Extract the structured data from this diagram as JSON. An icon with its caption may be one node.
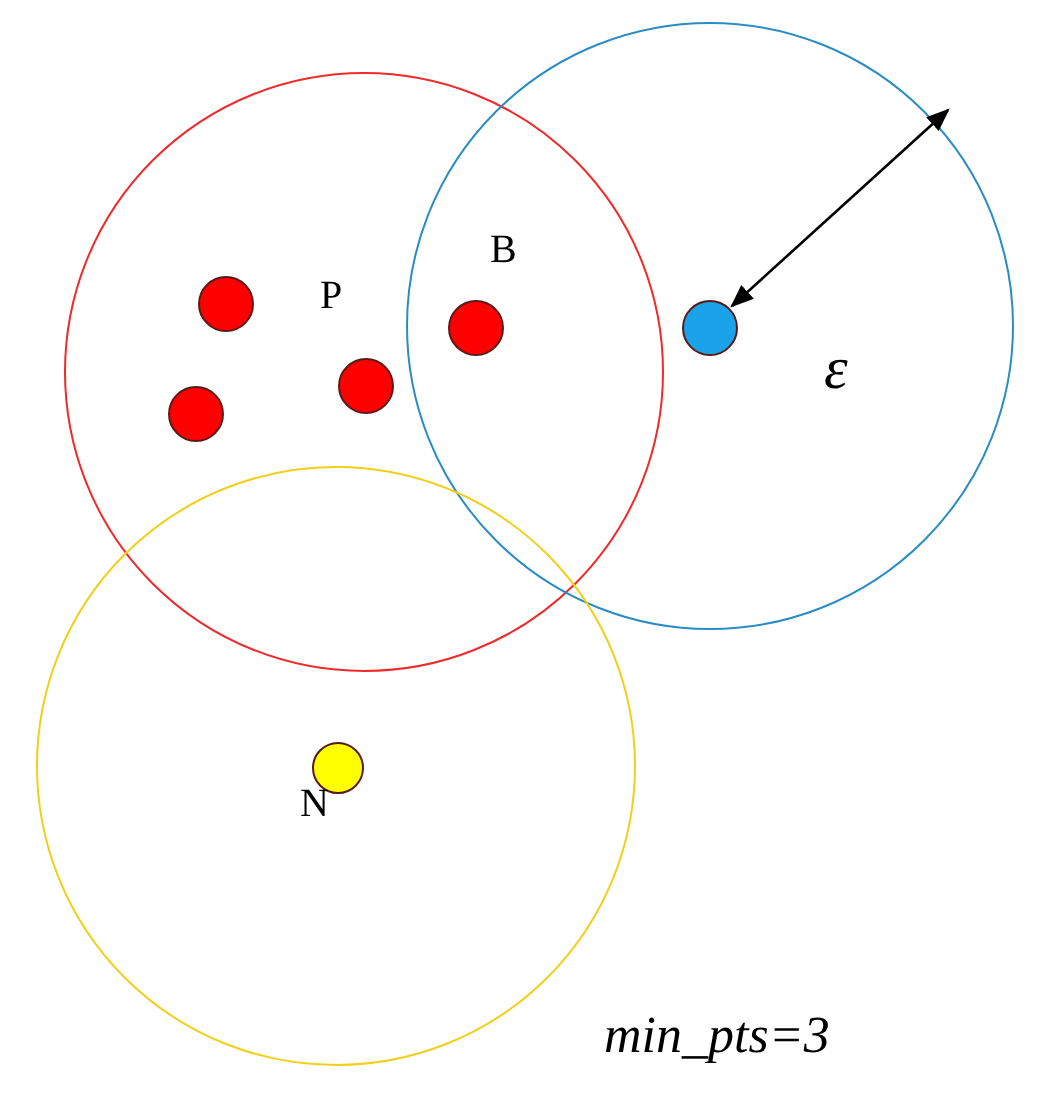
{
  "diagram": {
    "nodes": [
      {
        "text": [],
        "shape": "circle"
      },
      {
        "text": [],
        "shape": "circle"
      },
      {
        "text": [],
        "shape": "circle",
        "in": 0
      },
      {
        "text": [],
        "shape": "circle",
        "beside": [
          "B"
        ]
      },
      {
        "text": [],
        "shape": "circle",
        "in": 1
      },
      {
        "text": [],
        "shape": "circle",
        "in": 0,
        "beside": [
          "P"
        ]
      },
      {
        "text": [],
        "shape": "circle",
        "in": 0
      },
      {
        "text": [],
        "shape": "circle"
      },
      {
        "text": [],
        "shape": "circle",
        "in": 7,
        "beside": [
          "N"
        ]
      }
    ],
    "labels": [
      "ε",
      "min_pts=3"
    ]
  }
}
